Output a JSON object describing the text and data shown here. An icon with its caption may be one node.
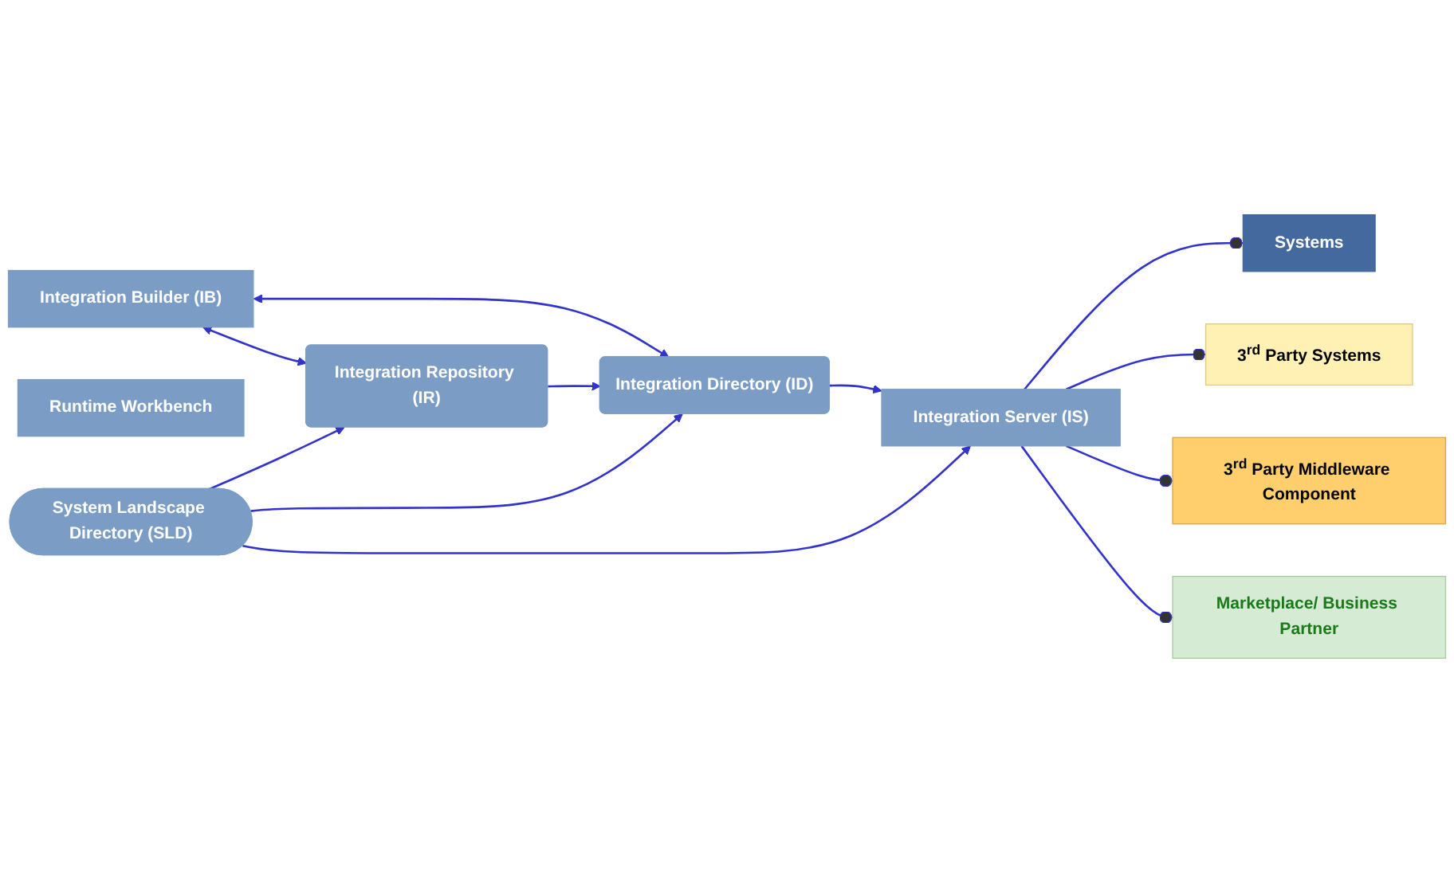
{
  "diagram": {
    "nodes": [
      {
        "text": [
          "Integration Builder (IB)"
        ]
      },
      {
        "text": [
          "Runtime Workbench"
        ]
      },
      {
        "text": [
          "Integration Repository (IR)"
        ]
      },
      {
        "text": [
          "Integration Directory (ID)"
        ]
      },
      {
        "text": [
          "Integration Server (IS)"
        ]
      },
      {
        "text": [
          "Systems"
        ]
      },
      {
        "text": [
          "3$^{rd}$ Party Systems"
        ]
      },
      {
        "text": [
          "3$^{rd}$ Party Middleware Component"
        ]
      },
      {
        "text": [
          "Marketplace/ Business Partner"
        ]
      },
      {
        "text": [
          "System Landscape Directory (SLD)"
        ]
      }
    ],
    "edges": [
      {
        "from": 0,
        "to": 2,
        "arrow": "both"
      },
      {
        "from": 0,
        "to": 3,
        "arrow": "both"
      },
      {
        "from": 2,
        "to": 3,
        "arrow": "to"
      },
      {
        "from": 3,
        "to": 4,
        "arrow": "to"
      },
      {
        "from": 9,
        "to": 2,
        "arrow": "to"
      },
      {
        "from": 9,
        "to": 3,
        "arrow": "to"
      },
      {
        "from": 9,
        "to": 4,
        "arrow": "to"
      },
      {
        "from": 4,
        "to": 5,
        "arrow": "other"
      },
      {
        "from": 4,
        "to": 6,
        "arrow": "other"
      },
      {
        "from": 4,
        "to": 7,
        "arrow": "other"
      },
      {
        "from": 4,
        "to": 8,
        "arrow": "other"
      }
    ]
  }
}
